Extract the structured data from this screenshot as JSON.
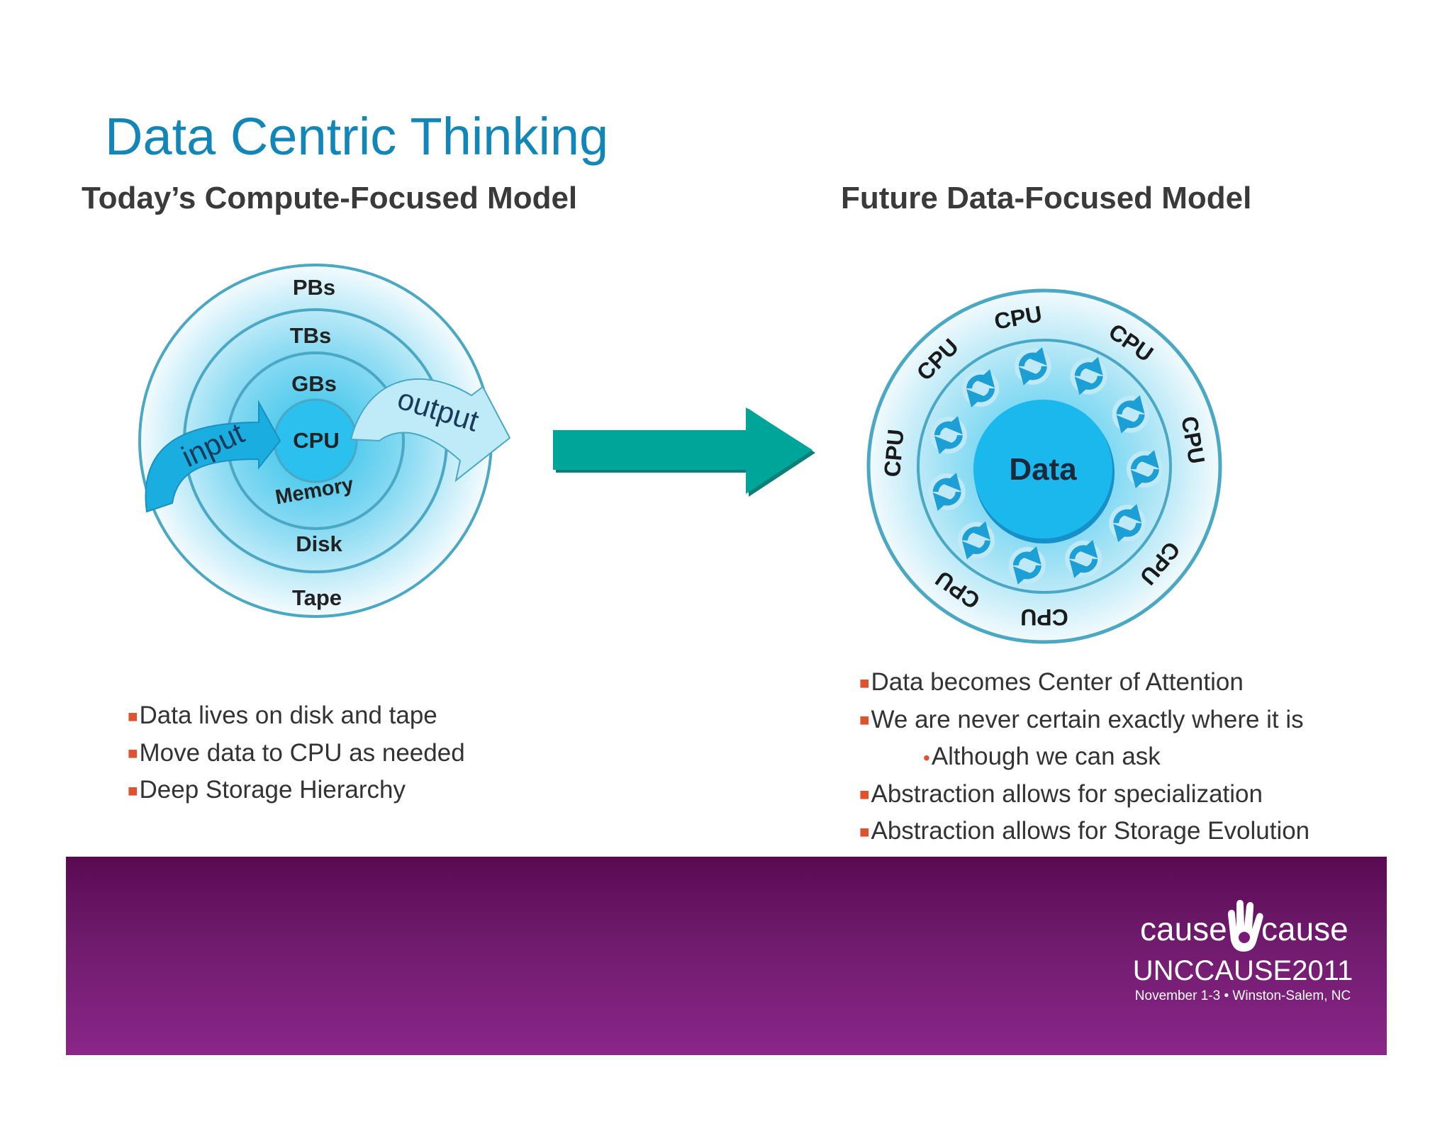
{
  "title": "Data Centric Thinking",
  "left": {
    "heading": "Today’s Compute-Focused Model",
    "rings": [
      "PBs",
      "TBs",
      "GBs",
      "CPU",
      "Memory",
      "Disk",
      "Tape"
    ],
    "input_label": "input",
    "output_label": "output",
    "bullets": [
      "Data lives on disk and tape",
      "Move data to CPU as needed",
      "Deep Storage Hierarchy"
    ]
  },
  "right": {
    "heading": "Future Data-Focused Model",
    "center_label": "Data",
    "cpu_label": "CPU",
    "bullets": [
      {
        "text": "Data becomes Center of Attention",
        "level": 1
      },
      {
        "text": "We are never certain exactly where it is",
        "level": 1
      },
      {
        "text": "Although we can ask",
        "level": 2
      },
      {
        "text": "Abstraction allows for specialization",
        "level": 1
      },
      {
        "text": "Abstraction allows for Storage Evolution",
        "level": 1
      }
    ]
  },
  "logo": {
    "word_left": "cause",
    "word_right": "cause",
    "event": "UNCCAUSE2011",
    "dates": "November 1-3 • Winston-Salem, NC"
  },
  "colors": {
    "title": "#1386b8",
    "bullet_marker": "#e0522d",
    "arrow": "#00a59a",
    "ring_stroke": "#4aa8c4",
    "banner_top": "#5a0a52",
    "banner_bottom": "#8a2688"
  }
}
